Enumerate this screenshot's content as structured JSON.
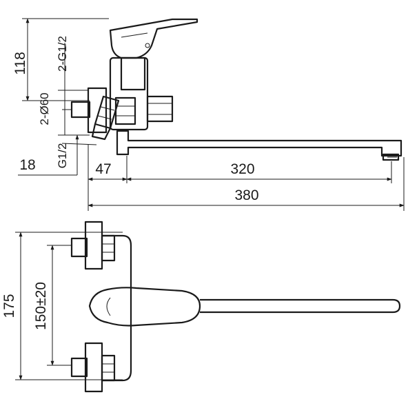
{
  "dimensions": {
    "side_height": "118",
    "inlet_thread": "2-G1/2",
    "escutcheon": "2-Ø60",
    "outlet_thread": "G1/2",
    "offset": "18",
    "spout_gap": "47",
    "spout_reach": "320",
    "total_length": "380",
    "top_height": "175",
    "inlet_spacing": "150±20"
  }
}
